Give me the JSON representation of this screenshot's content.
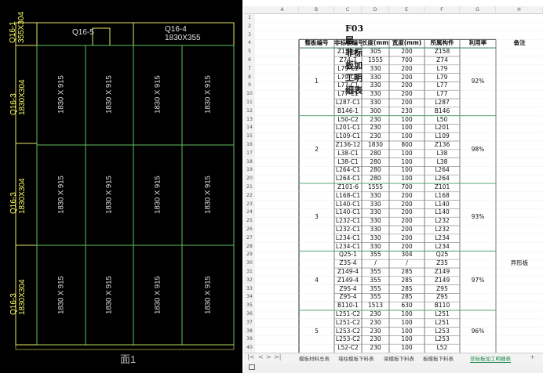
{
  "cad": {
    "top_left_label": "Q16-1\n355X304",
    "top_mid_label": "Q16-5",
    "top_right_label": "Q16-4\n1830X355",
    "left_labels": [
      "Q16-3\n1830X304",
      "Q16-3\n1830X304",
      "Q16-3\n1830X304"
    ],
    "panel_label": "1830 X 915",
    "face_label": "面1"
  },
  "sheet": {
    "title": "F03层  非标板加工明细表",
    "columns": [
      "A",
      "B",
      "C",
      "D",
      "E",
      "F",
      "G",
      "H"
    ],
    "headers": [
      "整板编号",
      "非标板编号",
      "长度(mm)",
      "宽度(mm)",
      "所属构件",
      "利用率",
      "备注"
    ],
    "rows": [
      [
        "Z158-2",
        "305",
        "200",
        "Z158"
      ],
      [
        "Z74-7",
        "1555",
        "700",
        "Z74"
      ],
      [
        "L79-C1",
        "330",
        "200",
        "L79"
      ],
      [
        "L79-C1",
        "330",
        "200",
        "L79"
      ],
      [
        "L77-C1",
        "330",
        "200",
        "L77"
      ],
      [
        "L77-C1",
        "330",
        "200",
        "L77"
      ],
      [
        "L287-C1",
        "330",
        "200",
        "L287"
      ],
      [
        "B146-1",
        "300",
        "230",
        "B146"
      ],
      [
        "L50-C2",
        "230",
        "100",
        "L50"
      ],
      [
        "L201-C1",
        "230",
        "100",
        "L201"
      ],
      [
        "L109-C1",
        "230",
        "100",
        "L109"
      ],
      [
        "Z136-12",
        "1830",
        "800",
        "Z136"
      ],
      [
        "L38-C1",
        "280",
        "100",
        "L38"
      ],
      [
        "L38-C1",
        "280",
        "100",
        "L38"
      ],
      [
        "L264-C1",
        "280",
        "100",
        "L264"
      ],
      [
        "L264-C1",
        "280",
        "100",
        "L264"
      ],
      [
        "Z101-6",
        "1555",
        "700",
        "Z101"
      ],
      [
        "L168-C1",
        "330",
        "200",
        "L168"
      ],
      [
        "L140-C1",
        "330",
        "200",
        "L140"
      ],
      [
        "L140-C1",
        "330",
        "200",
        "L140"
      ],
      [
        "L232-C1",
        "330",
        "200",
        "L232"
      ],
      [
        "L232-C1",
        "330",
        "200",
        "L232"
      ],
      [
        "L234-C1",
        "330",
        "200",
        "L234"
      ],
      [
        "L234-C1",
        "330",
        "200",
        "L234"
      ],
      [
        "Q25-1",
        "355",
        "304",
        "Q25"
      ],
      [
        "Z35-4",
        "/",
        "/",
        "Z35"
      ],
      [
        "Z149-4",
        "355",
        "285",
        "Z149"
      ],
      [
        "Z149-4",
        "355",
        "285",
        "Z149"
      ],
      [
        "Z95-4",
        "355",
        "285",
        "Z95"
      ],
      [
        "Z95-4",
        "355",
        "285",
        "Z95"
      ],
      [
        "B110-1",
        "1513",
        "630",
        "B110"
      ],
      [
        "L251-C2",
        "230",
        "100",
        "L251"
      ],
      [
        "L251-C2",
        "230",
        "100",
        "L251"
      ],
      [
        "L253-C2",
        "230",
        "100",
        "L253"
      ],
      [
        "L253-C2",
        "230",
        "100",
        "L253"
      ],
      [
        "L52-C2",
        "230",
        "100",
        "L52"
      ]
    ],
    "groups": [
      {
        "id": "1",
        "start": 0,
        "span": 8,
        "rate": "92%"
      },
      {
        "id": "2",
        "start": 8,
        "span": 8,
        "rate": "98%"
      },
      {
        "id": "3",
        "start": 16,
        "span": 8,
        "rate": "93%"
      },
      {
        "id": "4",
        "start": 24,
        "span": 7,
        "rate": "97%"
      },
      {
        "id": "5",
        "start": 31,
        "span": 5,
        "rate": "96%"
      }
    ],
    "note": "异形板",
    "row_numbers": [
      "1",
      "2",
      "3",
      "4",
      "5",
      "6",
      "7",
      "8",
      "9",
      "10",
      "11",
      "12",
      "13",
      "14",
      "15",
      "16",
      "17",
      "18",
      "19",
      "20",
      "21",
      "22",
      "23",
      "24",
      "25",
      "26",
      "27",
      "28",
      "29",
      "30",
      "31",
      "32",
      "33",
      "34",
      "35",
      "36",
      "37",
      "38",
      "39",
      "40"
    ],
    "tabs": [
      "模板材料总表",
      "墙柱模板下料表",
      "梁模板下料表",
      "板模板下料表",
      "非标板加工明细表"
    ],
    "active_tab": "非标板加工明细表",
    "add_tab": "+"
  }
}
